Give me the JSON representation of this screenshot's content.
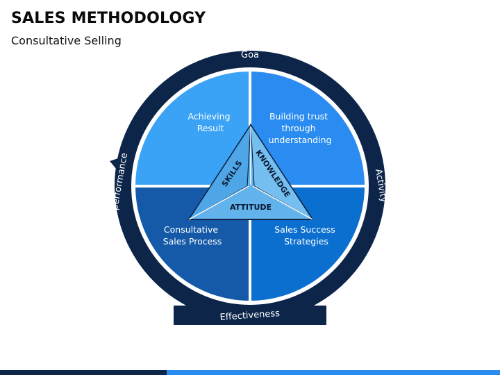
{
  "header": {
    "title": "SALES METHODOLOGY",
    "subtitle": "Consultative Selling"
  },
  "ring": {
    "top": "Goa",
    "right": "Activity",
    "bottom": "Effectiveness",
    "left": "performance"
  },
  "quadrants": {
    "top_left": [
      "Achieving",
      "Result"
    ],
    "top_right": [
      "Building trust",
      "through",
      "understanding"
    ],
    "bottom_left": [
      "Consultative",
      "Sales Process"
    ],
    "bottom_right": [
      "Sales Success",
      "Strategies"
    ]
  },
  "triangle": {
    "left": "SKILLS",
    "right": "KNOWLEDGE",
    "bottom": "ATTITUDE"
  },
  "colors": {
    "ring": "#0c2549",
    "top_left": "#3aa3f5",
    "top_right": "#2a8cf0",
    "bottom_left": "#155aa8",
    "bottom_right": "#0b6fd0",
    "triangle": "#62b3ec",
    "bottom_bar_dark": "#0c2549",
    "bottom_bar_light": "#2a8cf0"
  }
}
